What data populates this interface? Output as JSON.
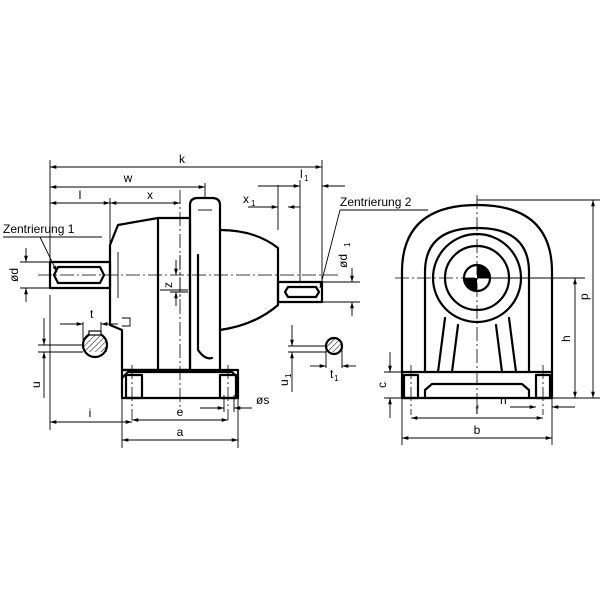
{
  "labels": {
    "k": "k",
    "w": "w",
    "l": "l",
    "x": "x",
    "x1": "x",
    "x1_sub": "1",
    "l1": "l",
    "l1_sub": "1",
    "zentrierung1": "Zentrierung 1",
    "zentrierung2": "Zentrierung 2",
    "d": "ød",
    "d1": "ød",
    "d1_sub": "1",
    "z": "z",
    "t": "t",
    "t1": "t",
    "t1_sub": "1",
    "u": "u",
    "u1": "u",
    "u1_sub": "1",
    "i": "i",
    "e": "e",
    "s": "øs",
    "a": "a",
    "c": "c",
    "f": "f",
    "n": "n",
    "b": "b",
    "h": "h",
    "p": "p"
  }
}
